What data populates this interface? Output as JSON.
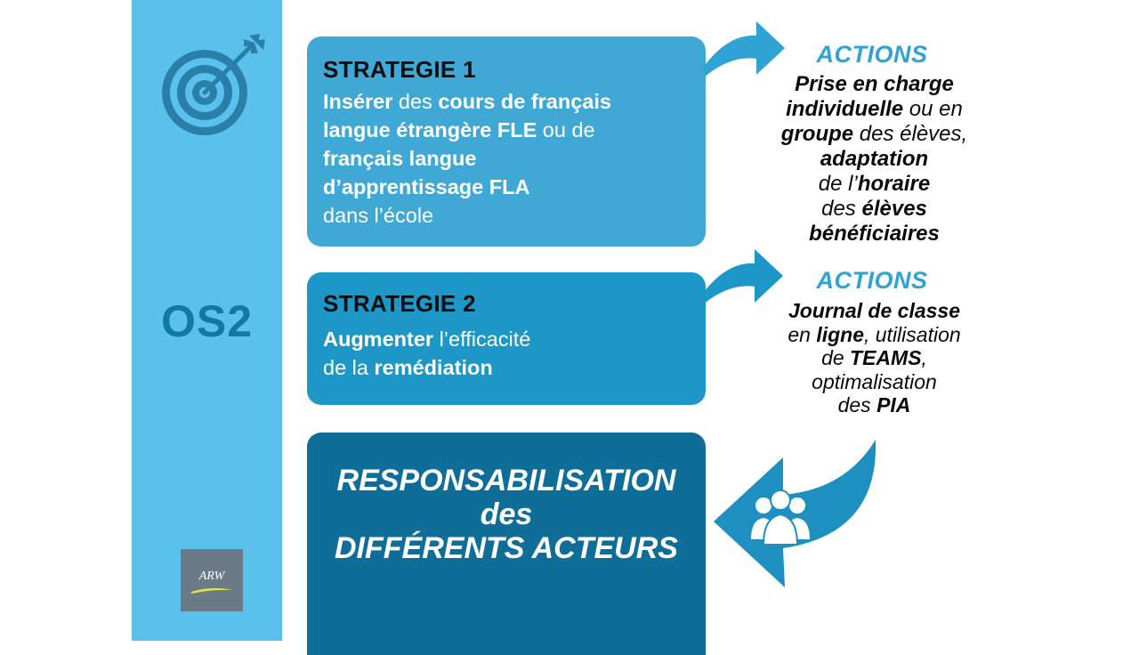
{
  "sidebar": {
    "os_label": "OS2",
    "logo_text": "ARW"
  },
  "strategy1": {
    "title": "STRATEGIE 1",
    "line1_bold": "Insérer",
    "line1_rest": " des ",
    "line1_bold2": "cours de français",
    "line2_bold": "langue étrangère FLE",
    "line2_rest": " ou de",
    "line3_bold": "français langue",
    "line4_bold": "d’apprentissage FLA",
    "line5": "dans l’école"
  },
  "strategy2": {
    "title": "STRATEGIE 2",
    "line1_bold": "Augmenter",
    "line1_rest": " l’efficacité",
    "line2_rest": "de la ",
    "line2_bold": "remédiation"
  },
  "responsibility": {
    "line1": "RESPONSABILISATION",
    "line2": "des",
    "line3": "DIFFÉRENTS ACTEURS"
  },
  "actions1": {
    "title": "ACTIONS",
    "l1": "Prise en charge",
    "l2_bold": "individuelle",
    "l2_rest": " ou en",
    "l3_bold": "groupe",
    "l3_rest": " des élèves,",
    "l4": "adaptation",
    "l5_rest": "de l’",
    "l5_bold": "horaire",
    "l6_rest": "des ",
    "l6_bold": "élèves",
    "l7": "bénéficiaires"
  },
  "actions2": {
    "title": "ACTIONS",
    "l1": "Journal de classe",
    "l2_rest": "en ",
    "l2_bold": "ligne",
    "l2_rest2": ", utilisation",
    "l3_rest": "de ",
    "l3_bold": "TEAMS",
    "l3_rest2": ",",
    "l4": "optimalisation",
    "l5_rest": "des ",
    "l5_bold": "PIA"
  },
  "colors": {
    "sidebar": "#5ac1ec",
    "box1": "#40a8d4",
    "box2": "#1d97c8",
    "box3": "#0f6e98",
    "accent_dark": "#0f7aa6",
    "actions_title": "#2fa3d3"
  },
  "icons": {
    "target": "target-arrow-icon",
    "people": "people-group-icon",
    "arrow": "curved-arrow-icon"
  }
}
